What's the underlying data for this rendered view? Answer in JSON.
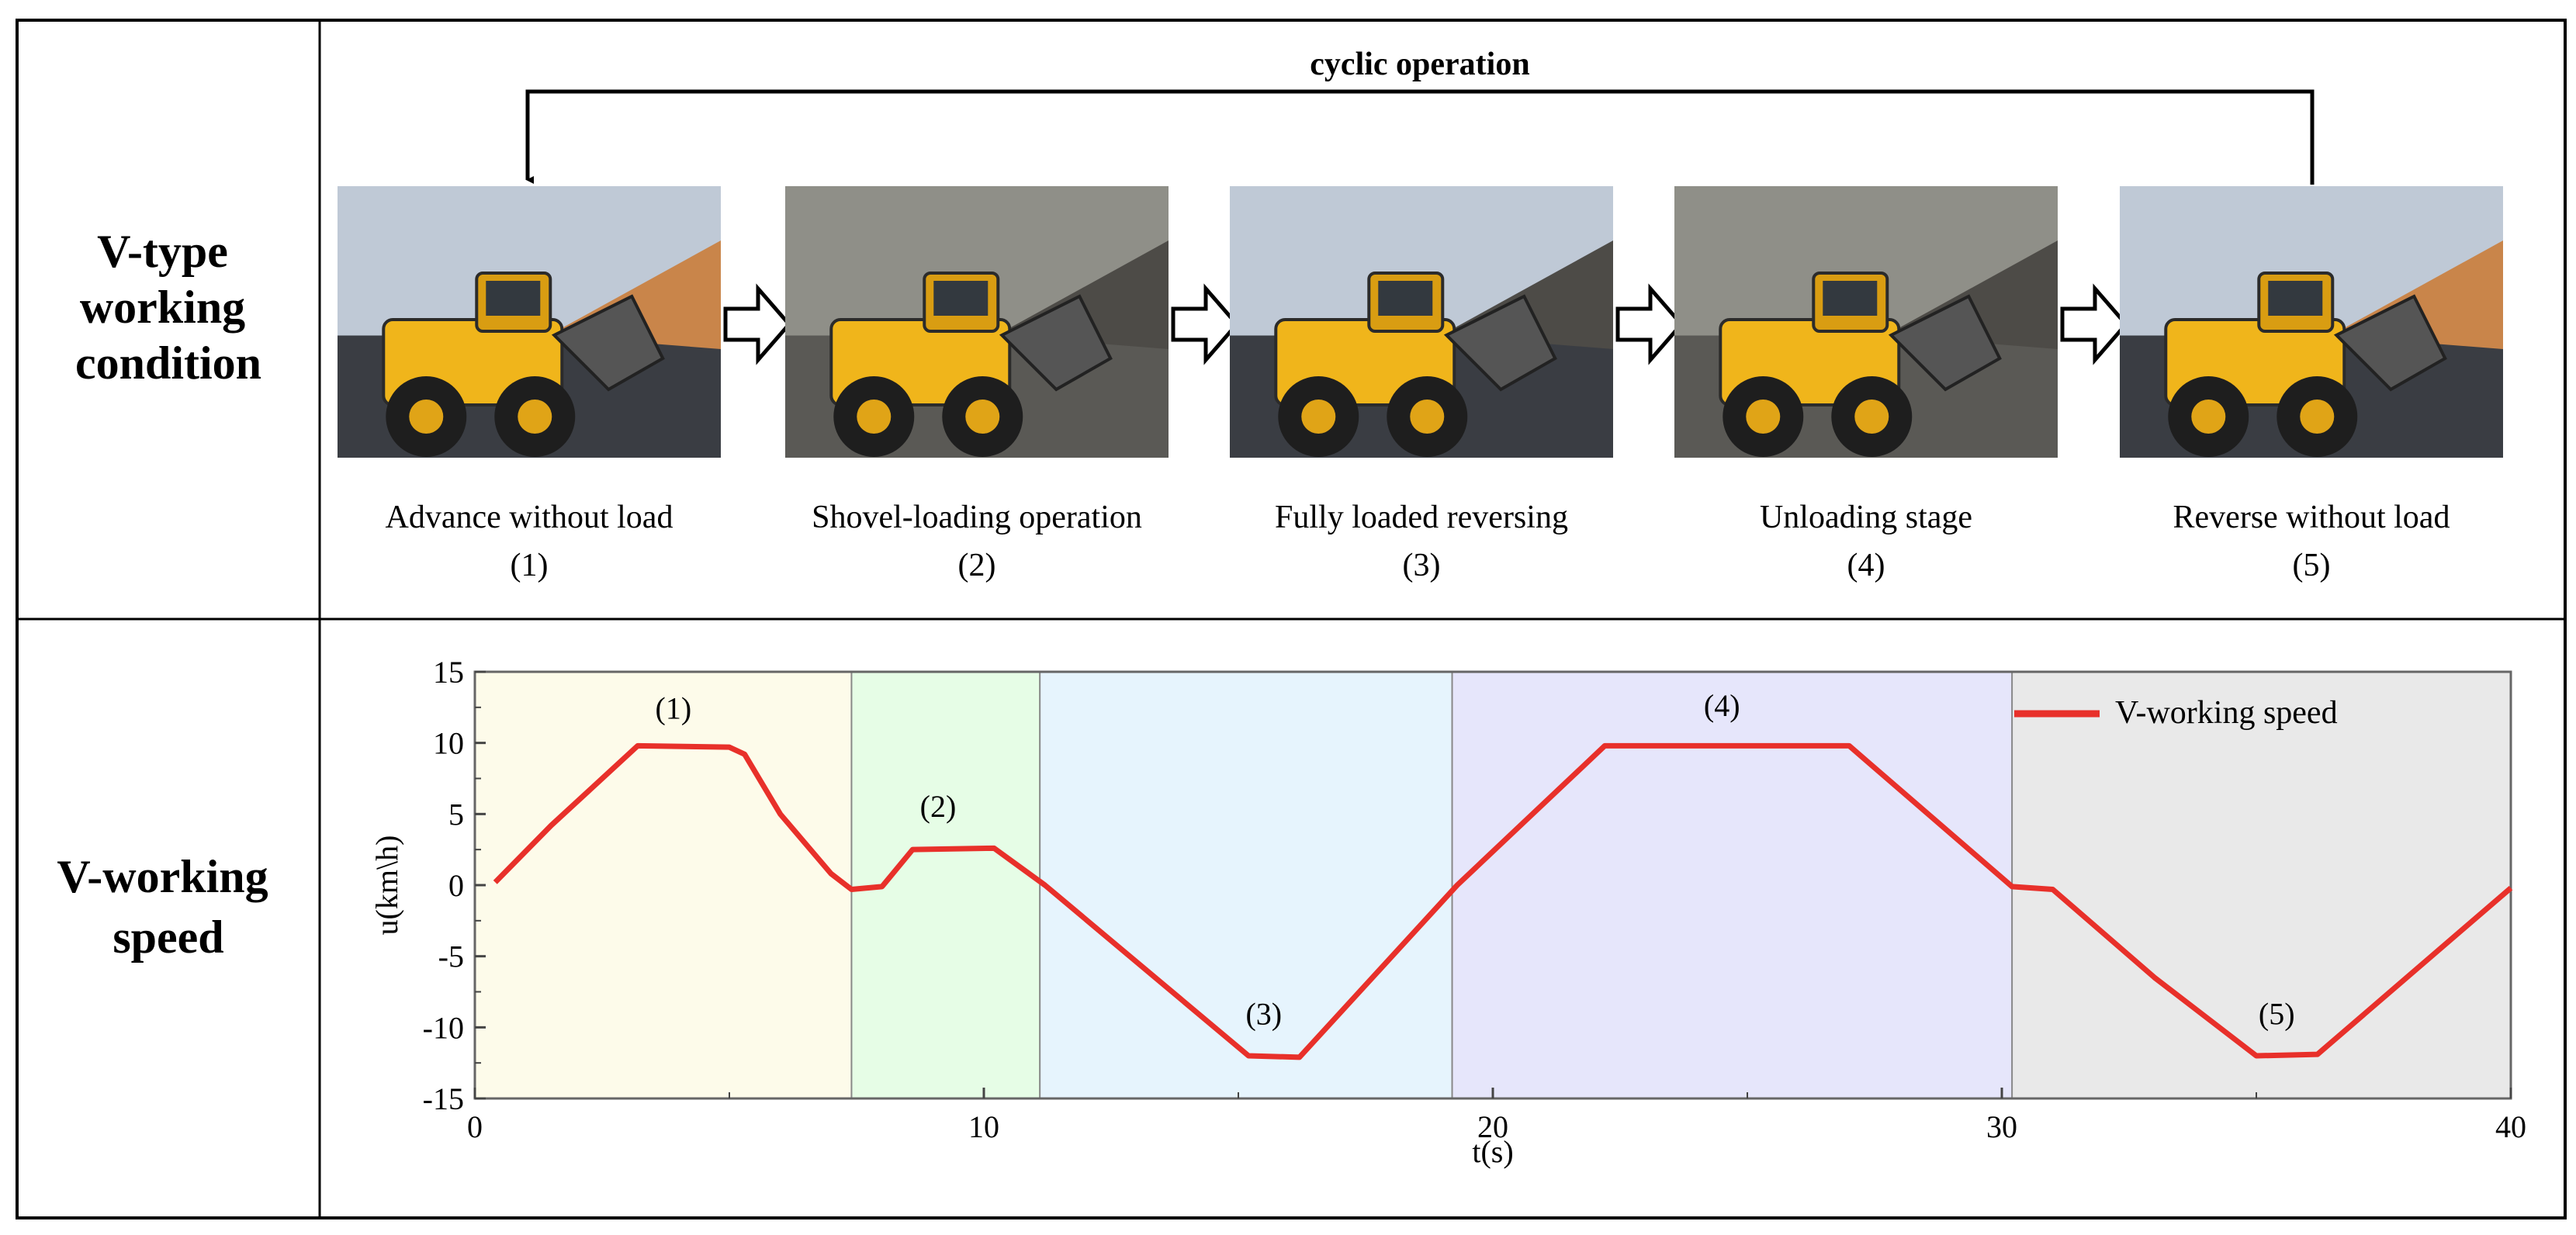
{
  "rows": {
    "top_label_lines": [
      "V-type",
      "working",
      "condition"
    ],
    "bottom_label_lines": [
      "V-working",
      "speed"
    ]
  },
  "cycle_label": "cyclic operation",
  "stages": [
    {
      "name": "Advance without load",
      "number": "(1)",
      "icon": "wheel-loader-photo"
    },
    {
      "name": "Shovel-loading operation",
      "number": "(2)",
      "icon": "wheel-loader-photo"
    },
    {
      "name": "Fully loaded reversing",
      "number": "(3)",
      "icon": "wheel-loader-photo"
    },
    {
      "name": "Unloading stage",
      "number": "(4)",
      "icon": "wheel-loader-photo"
    },
    {
      "name": "Reverse without load",
      "number": "(5)",
      "icon": "wheel-loader-photo"
    }
  ],
  "chart_data": {
    "type": "line",
    "xlabel": "t(s)",
    "ylabel": "u(km\\h)",
    "xlim": [
      0,
      40
    ],
    "ylim": [
      -15,
      15
    ],
    "xticks": [
      0,
      10,
      20,
      30,
      40
    ],
    "yticks": [
      15,
      10,
      5,
      0,
      -5,
      -10,
      -15
    ],
    "legend": {
      "placement": "top-right"
    },
    "series": [
      {
        "name": "V-working speed",
        "color": "#e8302a",
        "x": [
          0.4,
          1.5,
          3.2,
          5.0,
          5.3,
          6.0,
          7.0,
          7.4,
          8.0,
          8.6,
          10.2,
          11.2,
          15.2,
          16.2,
          19.3,
          22.2,
          27.0,
          30.2,
          31.0,
          33.0,
          35.0,
          36.2,
          40.0
        ],
        "y": [
          0.2,
          4.2,
          9.8,
          9.7,
          9.2,
          5.0,
          0.8,
          -0.3,
          -0.1,
          2.5,
          2.6,
          0.0,
          -12.0,
          -12.1,
          0.0,
          9.8,
          9.8,
          -0.1,
          -0.3,
          -6.5,
          -12.0,
          -11.9,
          -0.2
        ]
      }
    ],
    "regions": [
      {
        "x0": 0,
        "x1": 7.4,
        "color": "#fdfbea",
        "label": "(1)",
        "label_x": 3.9,
        "label_y": 11.7
      },
      {
        "x0": 7.4,
        "x1": 11.1,
        "color": "#e6fde6",
        "label": "(2)",
        "label_x": 9.1,
        "label_y": 4.8
      },
      {
        "x0": 11.1,
        "x1": 19.2,
        "color": "#e6f4fd",
        "label": "(3)",
        "label_x": 15.5,
        "label_y": -9.8
      },
      {
        "x0": 19.2,
        "x1": 30.2,
        "color": "#e6e6fb",
        "label": "(4)",
        "label_x": 24.5,
        "label_y": 11.9
      },
      {
        "x0": 30.2,
        "x1": 40,
        "color": "#e9e9e9",
        "label": "(5)",
        "label_x": 35.4,
        "label_y": -9.8
      }
    ]
  }
}
